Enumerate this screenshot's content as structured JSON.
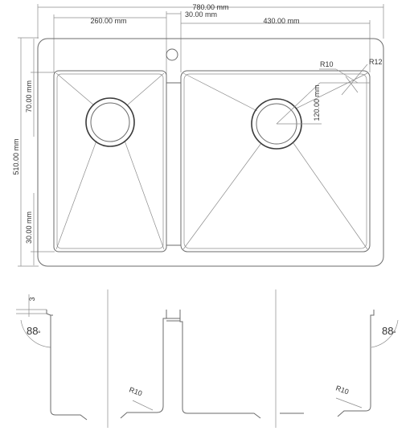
{
  "plan_view": {
    "dim_overall_width": "780.00 mm",
    "dim_left_bowl_width": "260.00 mm",
    "dim_divider": "30.00 mm",
    "dim_right_bowl_width": "430.00 mm",
    "dim_overall_depth": "510.00 mm",
    "dim_top_rim": "70.00 mm",
    "dim_bottom_rim": "30.00 mm",
    "dim_drain_offset": "120.00 mm",
    "label_inner_radius": "R10",
    "label_outer_radius": "R12"
  },
  "section_view": {
    "dim_rim_height": "3",
    "angle_left": "88",
    "angle_right": "88",
    "degree_mark": "°",
    "radius_left": "R10",
    "radius_right": "R10"
  },
  "colors": {
    "line": "#6b6b6b",
    "dark_line": "#3a3a3a",
    "text": "#333333"
  }
}
